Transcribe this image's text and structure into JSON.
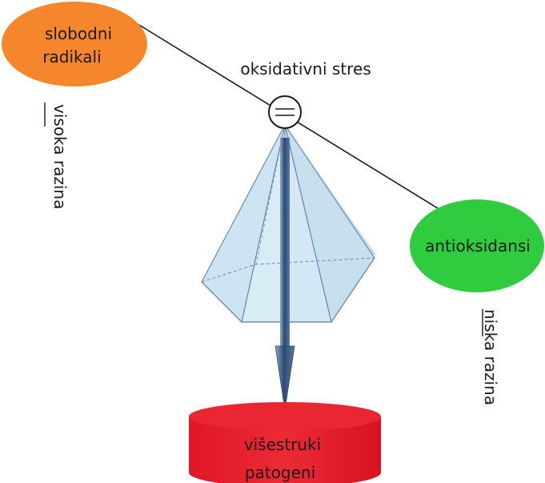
{
  "nodes": {
    "free_radicals": {
      "line1": "slobodni",
      "line2": "radikali"
    },
    "antioxidants": {
      "label": "antioksidansi"
    },
    "pathogens": {
      "line1": "višestruki",
      "line2": "patogeni"
    }
  },
  "labels": {
    "oxidative_stress": "oksidativni stres",
    "high_level": "visoka razina",
    "low_level": "niska razina"
  },
  "colors": {
    "free_radicals": "#f5862c",
    "antioxidants": "#2fcc3f",
    "pathogens": "#e51d2b",
    "pyramid_fill": "#cfe6f3",
    "pyramid_edge": "#6b8aa8",
    "arrow": "#3d5a80"
  }
}
